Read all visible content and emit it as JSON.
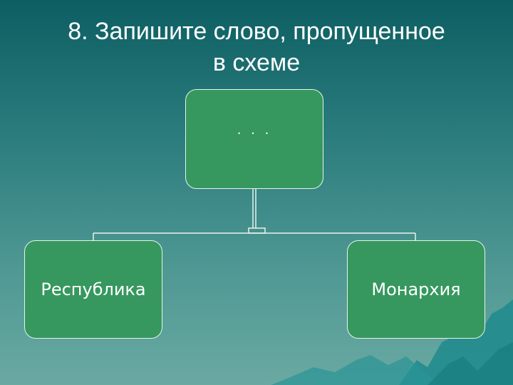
{
  "slide": {
    "title_line1": "8. Запишите слово, пропущенное",
    "title_line2": "в схеме"
  },
  "diagram": {
    "root": {
      "label": ". . ."
    },
    "children": [
      {
        "label": "Республика"
      },
      {
        "label": "Монархия"
      }
    ]
  },
  "colors": {
    "background_top": "#0c5e62",
    "background_bottom": "#6aa9a2",
    "node_fill": "#36985e",
    "node_border": "#e8f3ea",
    "text": "#ffffff"
  }
}
